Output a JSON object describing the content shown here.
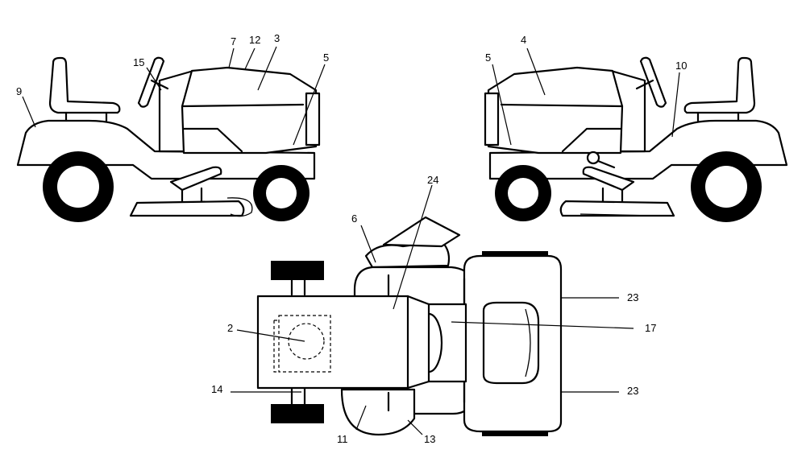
{
  "callouts": {
    "c2": "2",
    "c3": "3",
    "c4": "4",
    "c5_left": "5",
    "c5_right": "5",
    "c6": "6",
    "c7": "7",
    "c9": "9",
    "c10": "10",
    "c11": "11",
    "c12": "12",
    "c13": "13",
    "c14": "14",
    "c15": "15",
    "c17": "17",
    "c23_top": "23",
    "c23_bottom": "23",
    "c24": "24"
  }
}
